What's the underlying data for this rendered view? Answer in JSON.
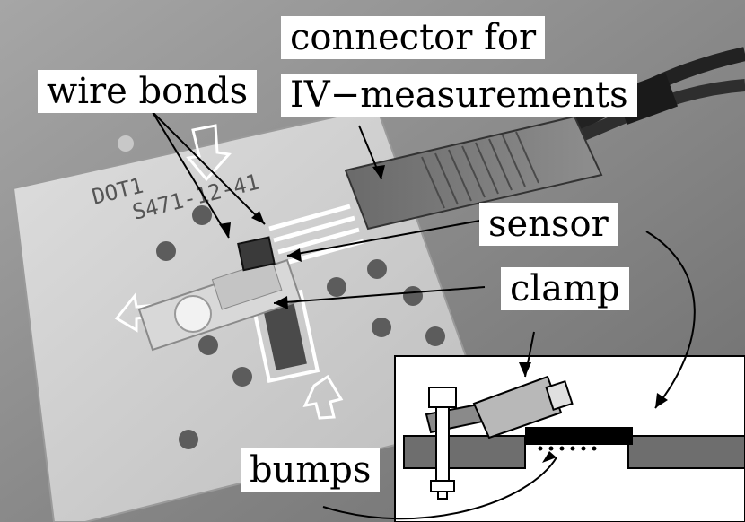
{
  "labels": {
    "wire_bonds": "wire bonds",
    "connector_line1": "connector for",
    "connector_line2": "IV−measurements",
    "sensor": "sensor",
    "clamp": "clamp",
    "bumps": "bumps"
  },
  "board": {
    "handwritten_line1": "DOT1",
    "handwritten_line2": "S471-12-41"
  },
  "colors": {
    "background": "#8c8c8c",
    "board": "#d4d4d4",
    "label_bg": "#ffffff",
    "ink": "#000000",
    "diagram_base": "#6e6e6e"
  }
}
